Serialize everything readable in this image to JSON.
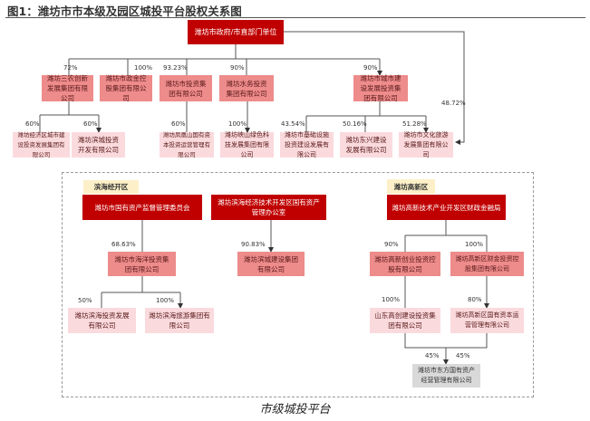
{
  "title": "图1：潍坊市市本级及园区城投平台股权关系图",
  "caption": "市级城投平台",
  "colors": {
    "dark_red": "#c00000",
    "mid_red": "#ee8b8b",
    "light_pink": "#fadadd",
    "tag": "#fdf0c8",
    "gray": "#d9d9d9"
  },
  "city": {
    "root": "潍坊市政府/市直部门单位",
    "l2": [
      "潍坊三农创新发展集团有限公司",
      "潍坊市政金控股集团有限公司",
      "潍坊市投资集团有限公司",
      "潍坊水务投资集团有限公司",
      "潍坊市城市建设发展投资集团有限公司"
    ],
    "l2_pct": [
      "72%",
      "100%",
      "93.23%",
      "90%",
      "90%"
    ],
    "l3": [
      "潍坊经济区城市建设投资发展集团有限公司",
      "潍坊滨城投资开发有限公司",
      "潍坊凤凰山国有资本投资运营管理有限公司",
      "潍坊峡山绿色科技发展集团有限公司",
      "潍坊市基础设施投资建设发展有限公司",
      "潍坊东兴建设发展有限公司",
      "潍坊市文化旅游发展集团有限公司"
    ],
    "l3_pct": [
      "60%",
      "60%",
      "60%",
      "100%",
      "43.54%",
      "50.16%",
      "51.28%",
      "48.72%"
    ]
  },
  "binhai": {
    "tag": "滨海经开区",
    "owner1": "潍坊市国有资产监督管理委员会",
    "owner2": "潍坊滨海经济技术开发区国有资产管理办公室",
    "c1": "潍坊市海洋投资集团有限公司",
    "c1_pct": "68.63%",
    "c2": "潍坊滨城建设集团有限公司",
    "c2_pct": "90.83%",
    "g1": "潍坊滨海投资发展有限公司",
    "g1_pct": "50%",
    "g2": "潍坊滨海旅游集团有限公司",
    "g2_pct": "100%"
  },
  "gaoxin": {
    "tag": "潍坊高新区",
    "owner": "潍坊高新技术产业开发区财政金融局",
    "c1": "潍坊高新创业投资控股有限公司",
    "c1_pct": "90%",
    "c2": "潍坊高新区财金投资控股集团有限公司",
    "c2_pct": "100%",
    "g1": "山东高创建设投资集团有限公司",
    "g1_pct": "100%",
    "g2": "潍坊高新区国有资本运营管理有限公司",
    "g2_pct": "80%",
    "f": "潍坊市东方国有资产经营管理有限公司",
    "f_pct1": "45%",
    "f_pct2": "45%"
  }
}
